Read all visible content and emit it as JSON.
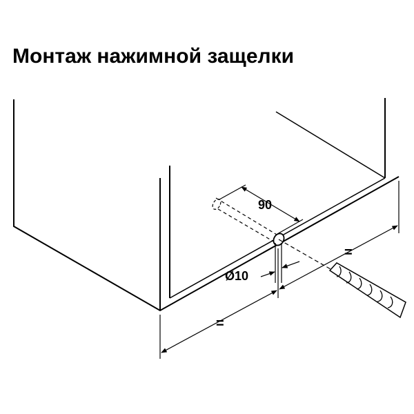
{
  "title": "Монтаж нажимной защелки",
  "labels": {
    "depth": "90",
    "diameter": "Ø10",
    "equal_left": "=",
    "equal_right": "="
  },
  "colors": {
    "line": "#000000",
    "background": "#ffffff"
  }
}
